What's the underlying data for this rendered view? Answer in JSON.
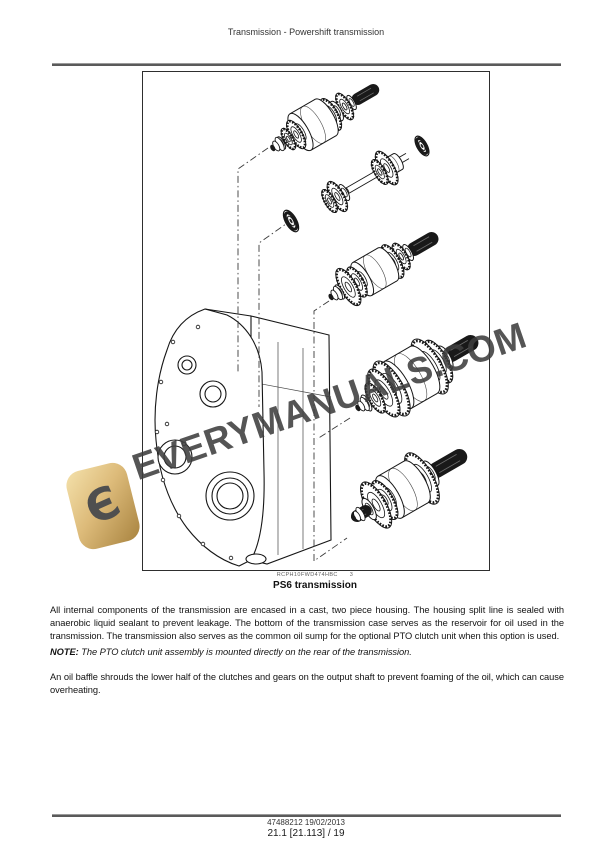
{
  "header": {
    "title": "Transmission - Powershift transmission"
  },
  "figure": {
    "ref_code": "RCPH10FWD474HBC",
    "fig_number": "3",
    "caption": "PS6 transmission",
    "watermark": {
      "text": "EVERYMANUALS.COM"
    }
  },
  "body": {
    "para1": "All internal components of the transmission are encased in a cast, two piece housing. The housing split line is sealed with anaerobic liquid sealant to prevent leakage. The bottom of the transmission case serves as the reservoir for oil used in the transmission. The transmission also serves as the common oil sump for the optional PTO clutch unit when this option is used.",
    "note_label": "NOTE:",
    "note_text": " The PTO clutch unit assembly is mounted directly on the rear of the transmission.",
    "para2": "An oil baffle shrouds the lower half of the clutches and gears on the output shaft to prevent foaming of the oil, which can cause overheating."
  },
  "footer": {
    "doc_line": "47488212 19/02/2013",
    "page_line": "21.1 [21.113] / 19"
  },
  "colors": {
    "rule": "#5a5a5a",
    "ink": "#161616",
    "watermark_text": "#3e3e3e",
    "logo_gold_light": "#f4e1ab",
    "logo_gold_dark": "#a8833f"
  }
}
